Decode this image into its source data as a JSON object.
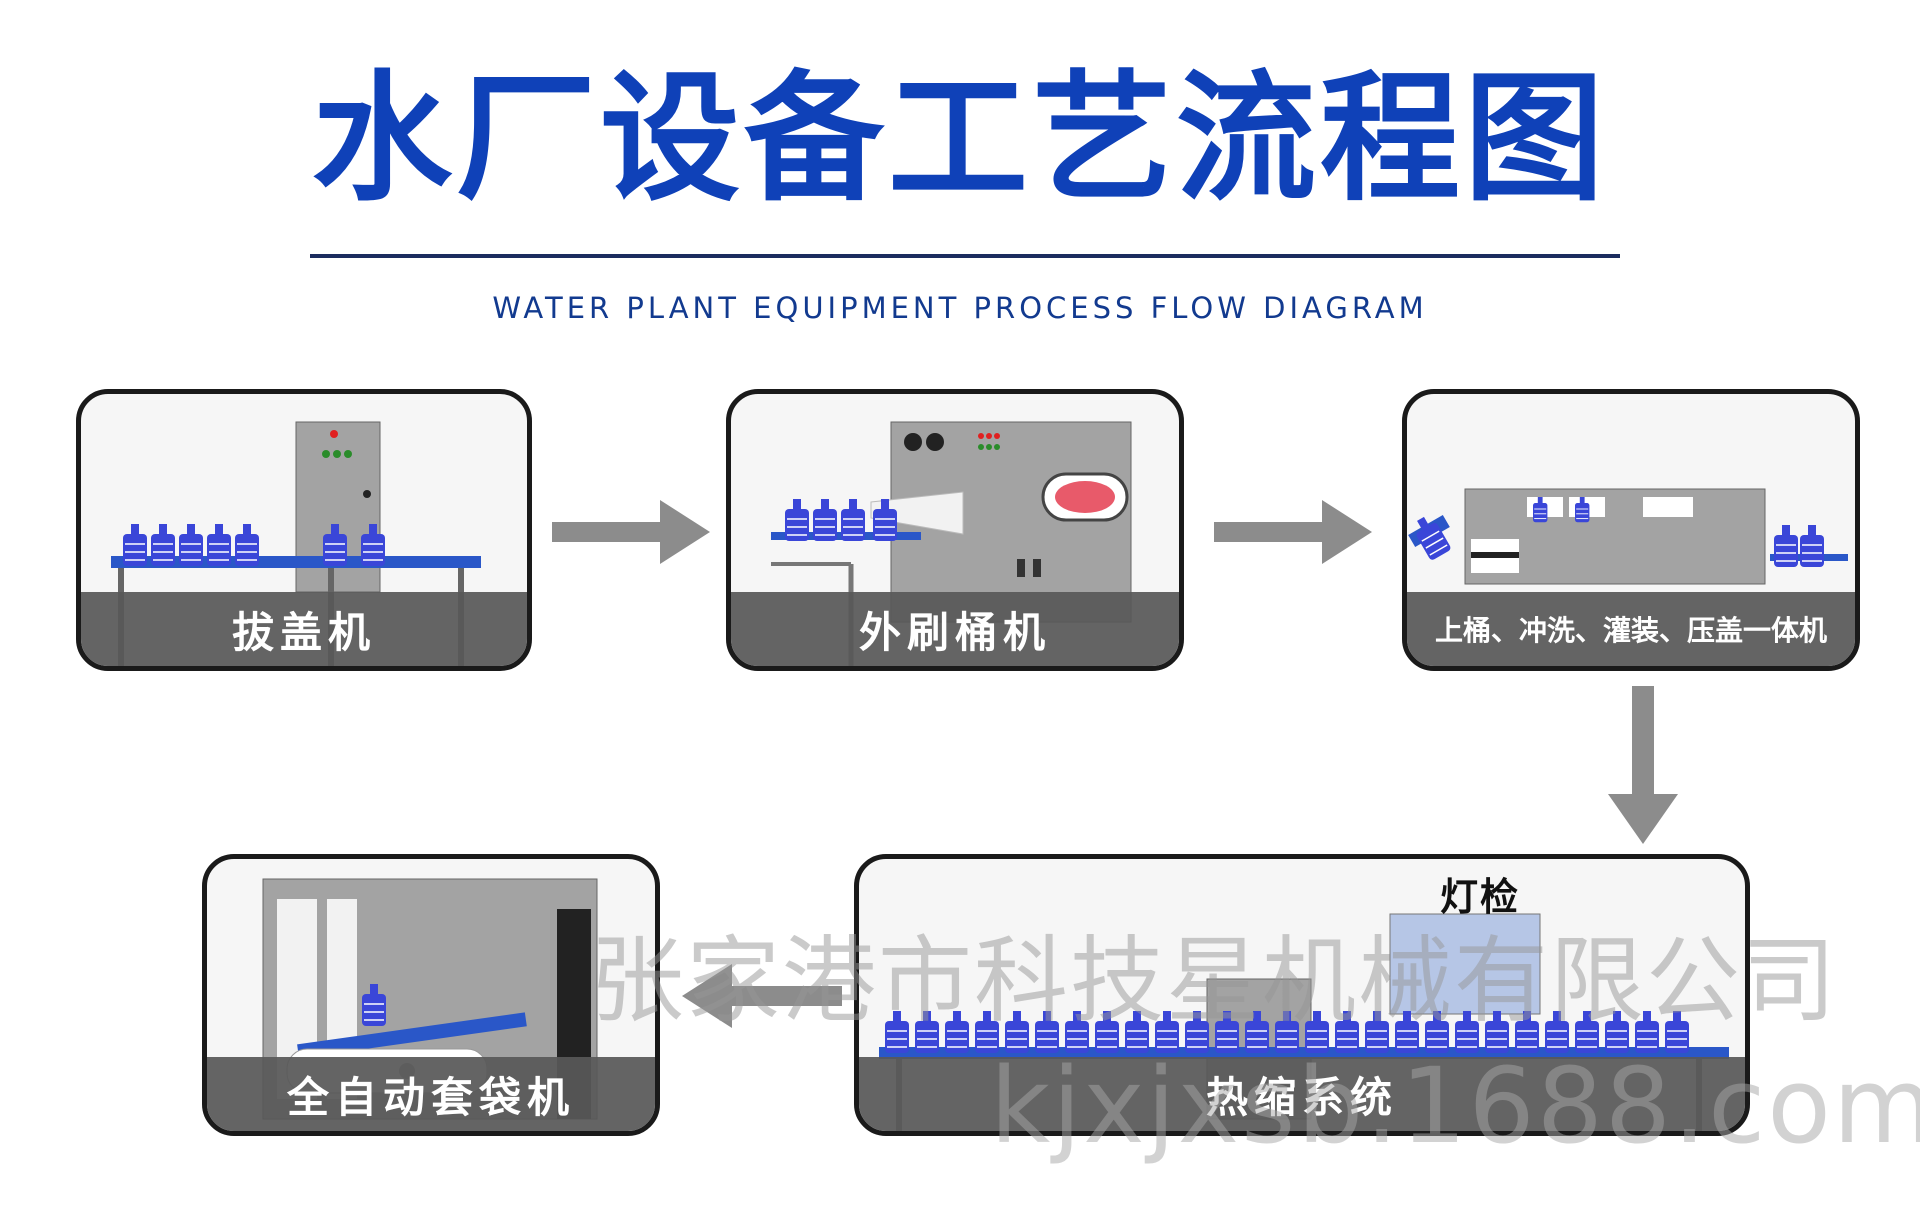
{
  "title": "水厂设备工艺流程图",
  "subtitle": "WATER PLANT EQUIPMENT PROCESS FLOW DIAGRAM",
  "steps": [
    {
      "label": "拔盖机"
    },
    {
      "label": "外刷桶机"
    },
    {
      "label": "上桶、冲洗、灌装、压盖一体机"
    },
    {
      "label": "热缩系统",
      "top_label": "灯检"
    },
    {
      "label": "全自动套袋机"
    }
  ],
  "watermark": {
    "company": "张家港市科技星机械有限公司",
    "url": "kjxjxsb.1688.com"
  },
  "colors": {
    "title": "#0f41b8",
    "arrow": "#8c8c8c",
    "bottle": "#3a46d8",
    "conveyor": "#2a57c8",
    "machine": "#9a9a9a",
    "label_bar": "#585858"
  }
}
